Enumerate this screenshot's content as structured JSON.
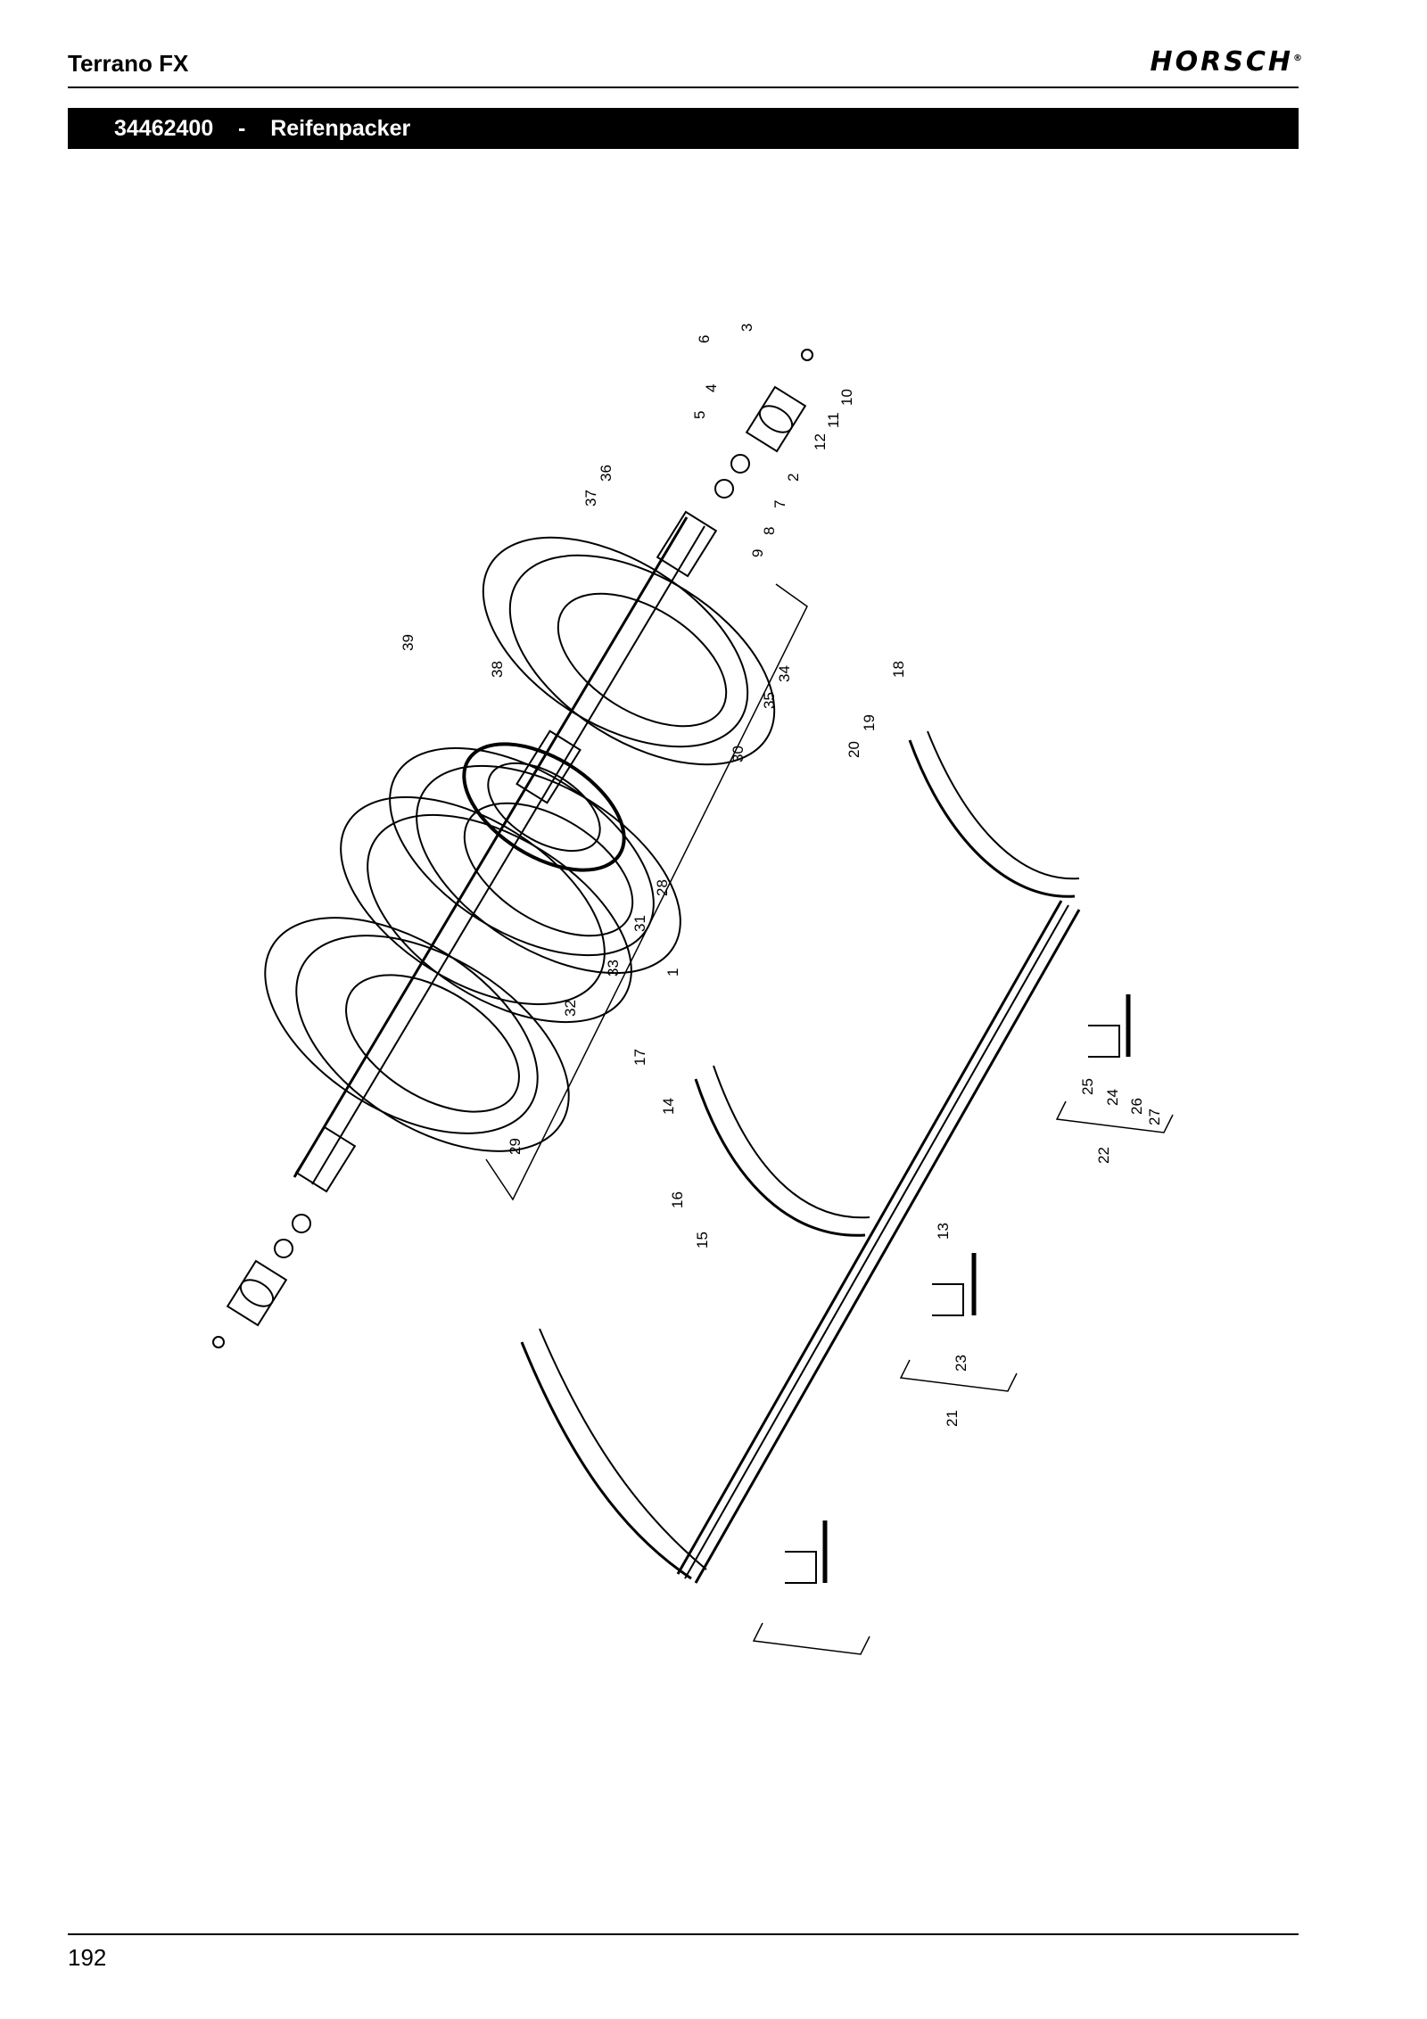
{
  "header": {
    "title": "Terrano FX",
    "brand": "HORSCH",
    "brand_mark": "®"
  },
  "section": {
    "number": "34462400",
    "separator": "-",
    "name": "Reifenpacker"
  },
  "diagram": {
    "part_labels": [
      "1",
      "2",
      "3",
      "4",
      "5",
      "6",
      "7",
      "8",
      "9",
      "10",
      "11",
      "12",
      "13",
      "14",
      "15",
      "16",
      "17",
      "18",
      "19",
      "20",
      "21",
      "22",
      "23",
      "24",
      "25",
      "26",
      "27",
      "28",
      "29",
      "30",
      "31",
      "32",
      "33",
      "34",
      "35",
      "36",
      "37",
      "38",
      "39"
    ]
  },
  "footer": {
    "page_number": "192"
  }
}
